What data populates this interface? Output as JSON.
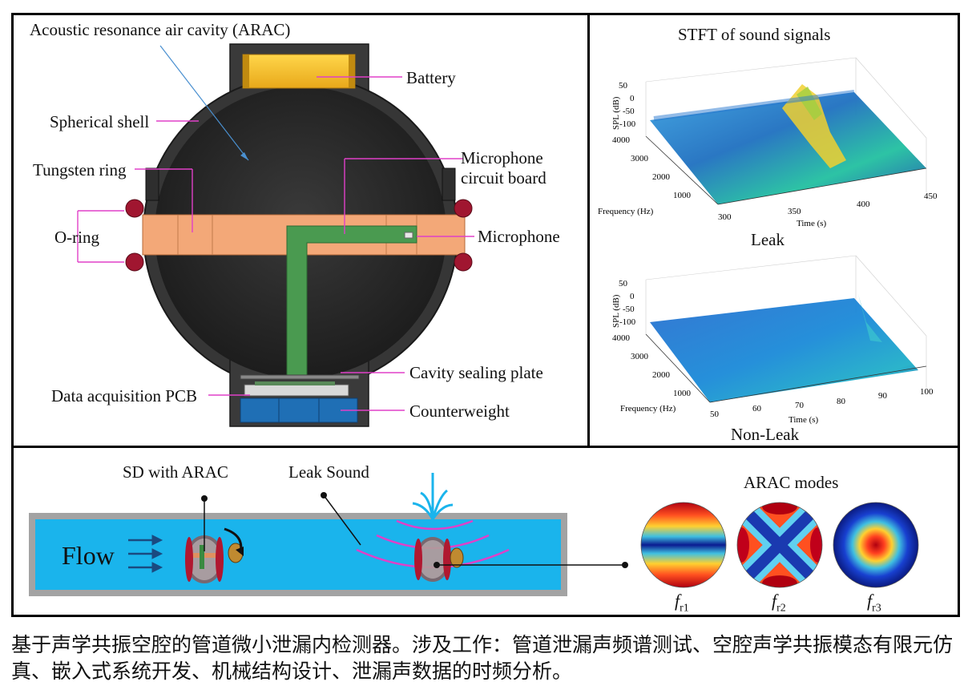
{
  "device": {
    "labels": {
      "arac": "Acoustic resonance air cavity (ARAC)",
      "battery": "Battery",
      "shell": "Spherical shell",
      "mic_board_1": "Microphone",
      "mic_board_2": "circuit board",
      "tungsten": "Tungsten ring",
      "oring": "O-ring",
      "microphone": "Microphone",
      "sealing": "Cavity sealing plate",
      "pcb": "Data acquisition PCB",
      "counterweight": "Counterweight"
    }
  },
  "stft": {
    "title": "STFT of sound signals",
    "leak": {
      "label": "Leak",
      "z_label": "SPL (dB)",
      "y_label": "Frequency (Hz)",
      "x_label": "Time (s)",
      "z_ticks": [
        "50",
        "0",
        "-50",
        "-100"
      ],
      "y_ticks": [
        "4000",
        "3000",
        "2000",
        "1000"
      ],
      "x_ticks": [
        "300",
        "350",
        "400",
        "450"
      ]
    },
    "nonleak": {
      "label": "Non-Leak",
      "z_label": "SPL (dB)",
      "y_label": "Frequency (Hz)",
      "x_label": "Time (s)",
      "z_ticks": [
        "50",
        "0",
        "-50",
        "-100"
      ],
      "y_ticks": [
        "4000",
        "3000",
        "2000",
        "1000"
      ],
      "x_ticks": [
        "50",
        "60",
        "70",
        "80",
        "90",
        "100"
      ]
    }
  },
  "pipe": {
    "sd_label": "SD with ARAC",
    "leak_label": "Leak Sound",
    "flow_label": "Flow",
    "modes_title": "ARAC modes",
    "mode_labels": [
      {
        "f": "f",
        "sub": "r1"
      },
      {
        "f": "f",
        "sub": "r2"
      },
      {
        "f": "f",
        "sub": "r3"
      }
    ]
  },
  "caption": "基于声学共振空腔的管道微小泄漏内检测器。涉及工作：管道泄漏声频谱测试、空腔声学共振模态有限元仿真、嵌入式系统开发、机械结构设计、泄漏声数据的时频分析。",
  "colors": {
    "shell": "#2b2b2b",
    "battery": "#f6c22d",
    "tungsten": "#f3a878",
    "board": "#4a9a50",
    "oring": "#a01630",
    "counterweight": "#1f6fb5",
    "pipe_water": "#1ab4ec",
    "pipe_wall": "#a3a3a3",
    "magenta": "#e040c8"
  }
}
